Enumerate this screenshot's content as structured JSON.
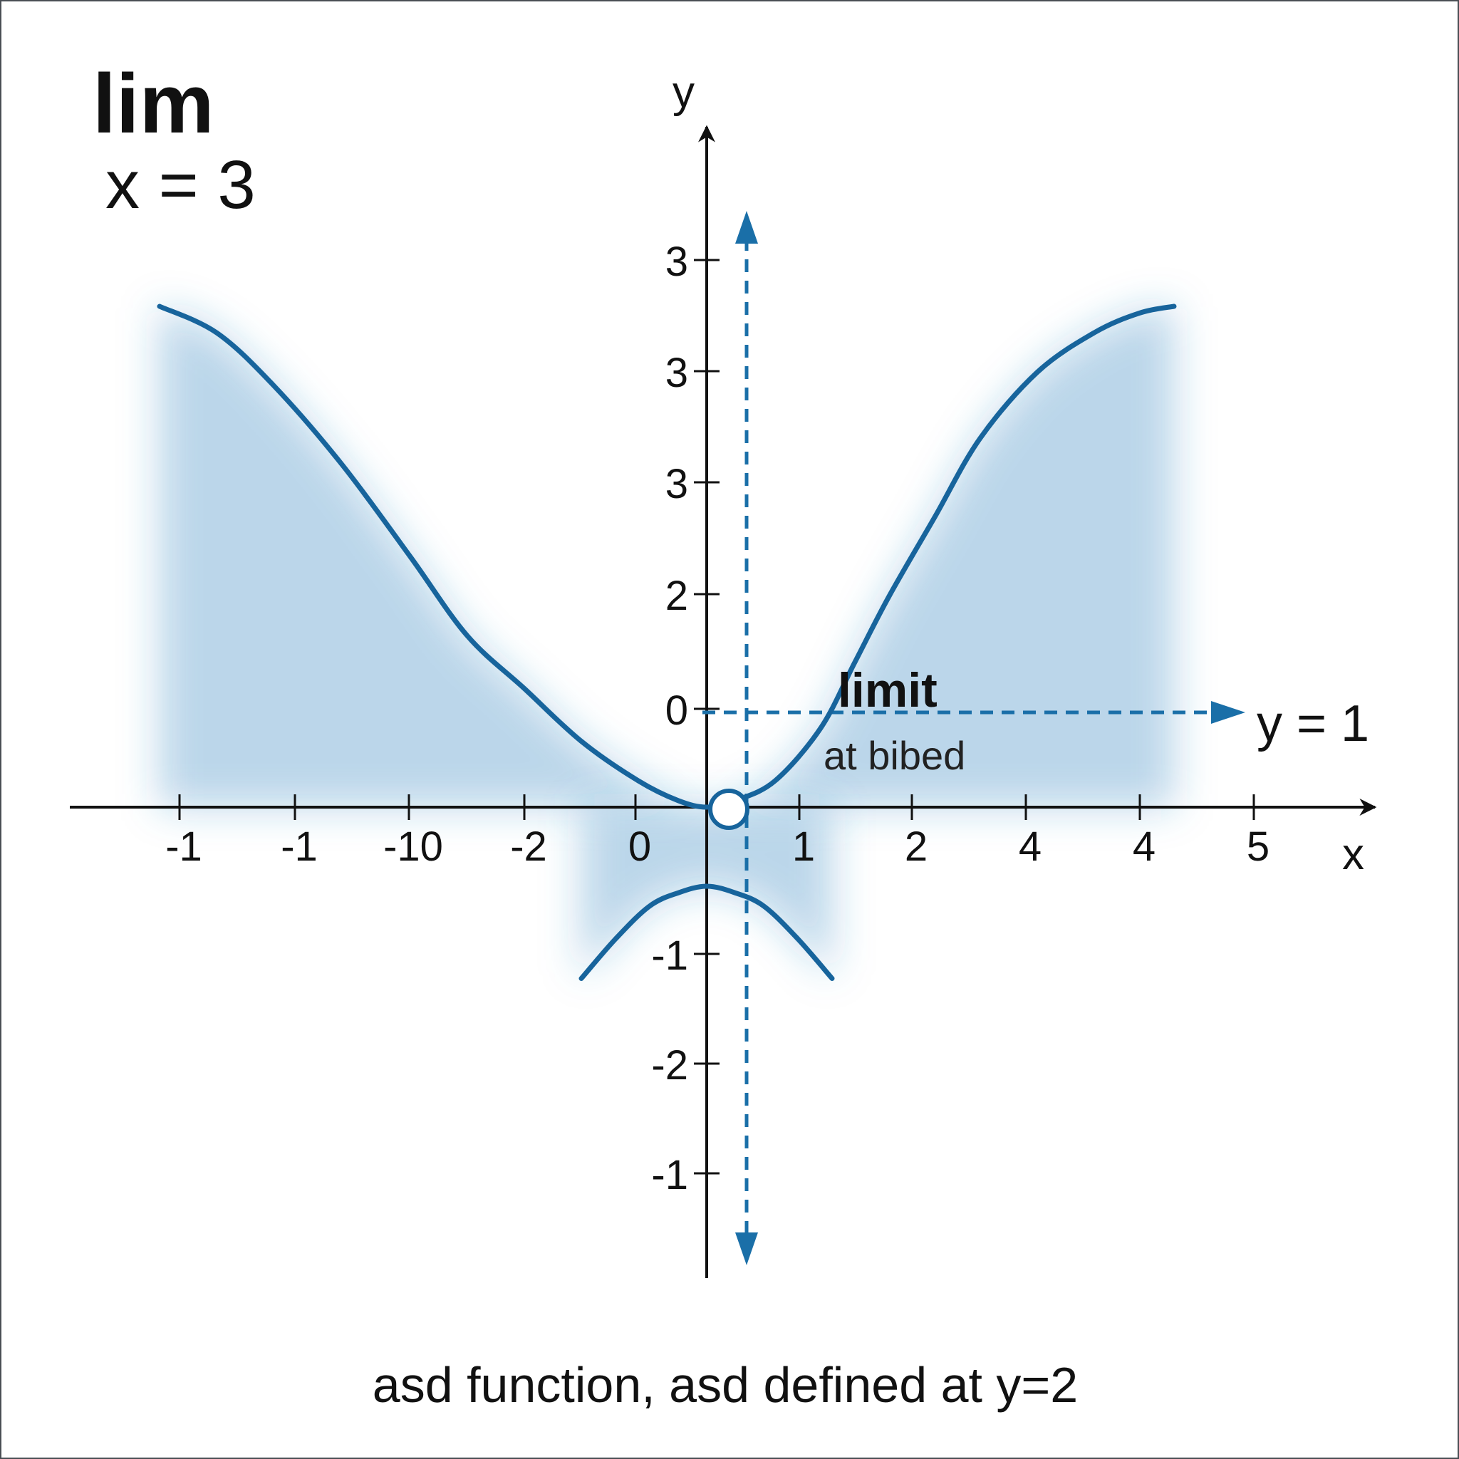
{
  "chart_data": {
    "type": "line",
    "title": "lim",
    "subtitle": "x = 3",
    "xlabel": "x",
    "ylabel": "y",
    "x_tick_labels": [
      "-1",
      "-1",
      "-10",
      "-2",
      "0",
      "1",
      "2",
      "4",
      "4",
      "5"
    ],
    "y_tick_labels": [
      "3",
      "3",
      "3",
      "2",
      "0",
      "-1",
      "-2",
      "-1"
    ],
    "grid": false,
    "series": [
      {
        "segment": "upper",
        "x": [
          -4.8,
          -4.3,
          -3.8,
          -3.2,
          -2.6,
          -2.1,
          -1.6,
          -1.1,
          -0.6,
          -0.25,
          0,
          0.25,
          0.6,
          1.0,
          1.3,
          1.6,
          2.0,
          2.4,
          2.9,
          3.4,
          3.8,
          4.1
        ],
        "y": [
          3.8,
          3.6,
          3.2,
          2.6,
          1.9,
          1.3,
          0.9,
          0.5,
          0.2,
          0.05,
          0.0,
          0.05,
          0.2,
          0.6,
          1.1,
          1.6,
          2.2,
          2.8,
          3.3,
          3.6,
          3.75,
          3.8
        ]
      },
      {
        "segment": "lower",
        "x": [
          -1.1,
          -0.8,
          -0.5,
          -0.25,
          0,
          0.25,
          0.5,
          0.8,
          1.1
        ],
        "y": [
          -1.3,
          -1.0,
          -0.75,
          -0.65,
          -0.6,
          -0.65,
          -0.75,
          -1.0,
          -1.3
        ]
      }
    ],
    "open_point": {
      "x": 0.2,
      "y": -0.3
    },
    "vertical_asymptote": {
      "x": 0.35
    },
    "horizontal_asymptote": {
      "y": 1,
      "label": "y = 1"
    },
    "annotation": {
      "title": "limit",
      "subtitle": "at bibed"
    },
    "caption": "asd function, asd defined at y=2",
    "colors": {
      "curve": "#17649c",
      "shade": "#2f80bd",
      "asymptote": "#1a6fa8",
      "axis": "#111111"
    }
  }
}
